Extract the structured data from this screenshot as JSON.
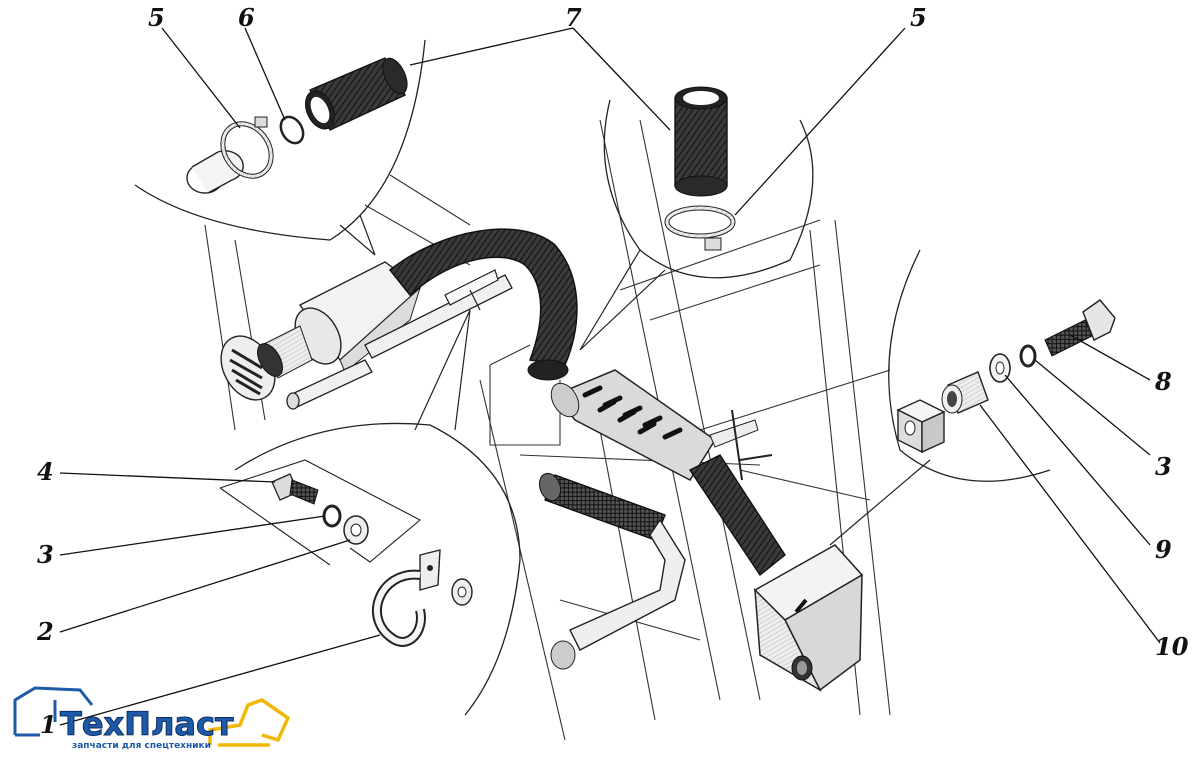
{
  "diagram": {
    "callouts": [
      {
        "id": "c5a",
        "text": "5"
      },
      {
        "id": "c6",
        "text": "6"
      },
      {
        "id": "c7",
        "text": "7"
      },
      {
        "id": "c5b",
        "text": "5"
      },
      {
        "id": "c4",
        "text": "4"
      },
      {
        "id": "c3a",
        "text": "3"
      },
      {
        "id": "c2",
        "text": "2"
      },
      {
        "id": "c1",
        "text": "1"
      },
      {
        "id": "c8",
        "text": "8"
      },
      {
        "id": "c3b",
        "text": "3"
      },
      {
        "id": "c9",
        "text": "9"
      },
      {
        "id": "c10",
        "text": "10"
      }
    ]
  },
  "logo": {
    "name": "ТехПласт",
    "tagline": "запчасти для спецтехники",
    "colors": {
      "blue": "#1e5aa8",
      "yellow": "#f2b705"
    }
  }
}
